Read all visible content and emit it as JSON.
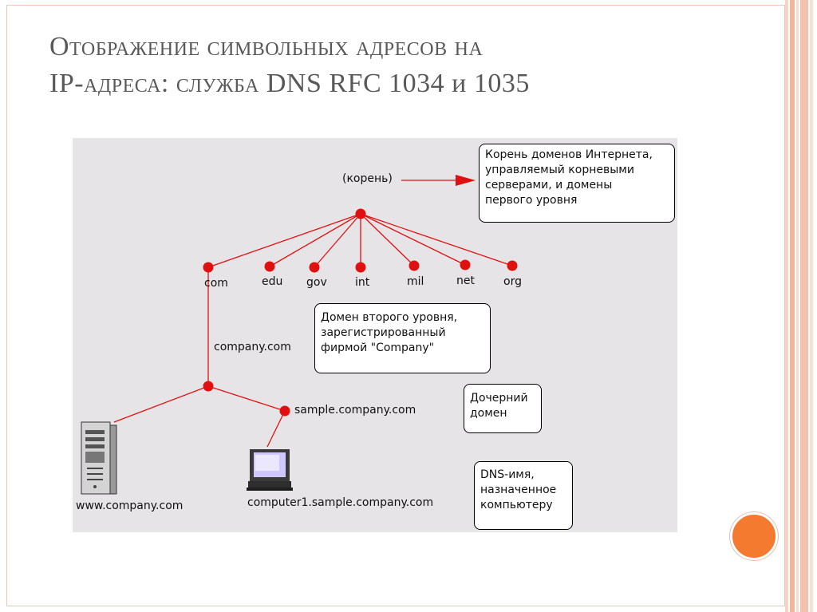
{
  "slide": {
    "title_line1": "Отображение символьных адресов на",
    "title_line2_a": "IP-адреса: служба DNS",
    "title_line2_b": "RFC 1034 и 1035"
  },
  "diagram": {
    "root_label": "(корень)",
    "tld_labels": {
      "com": "com",
      "edu": "edu",
      "gov": "gov",
      "int": "int",
      "mil": "mil",
      "net": "net",
      "org": "org"
    },
    "second_level_label": "company.com",
    "subdomain_label": "sample.company.com",
    "server_label": "www.company.com",
    "computer_label": "computer1.sample.company.com",
    "callouts": {
      "root": [
        "Корень доменов Интернета,",
        "управляемый корневыми",
        "серверами, и домены",
        "первого уровня"
      ],
      "second_level": [
        "Домен второго уровня,",
        "зарегистрированный",
        "фирмой \"Company\""
      ],
      "child": [
        "Дочерний",
        "домен"
      ],
      "dns_name": [
        "DNS-имя,",
        "назначенное",
        "компьютеру"
      ]
    },
    "colors": {
      "line": "#e01010",
      "node": "#e01010",
      "background": "#e6e4e6"
    },
    "icons": [
      "server-icon",
      "computer-icon",
      "arrow-icon"
    ]
  }
}
